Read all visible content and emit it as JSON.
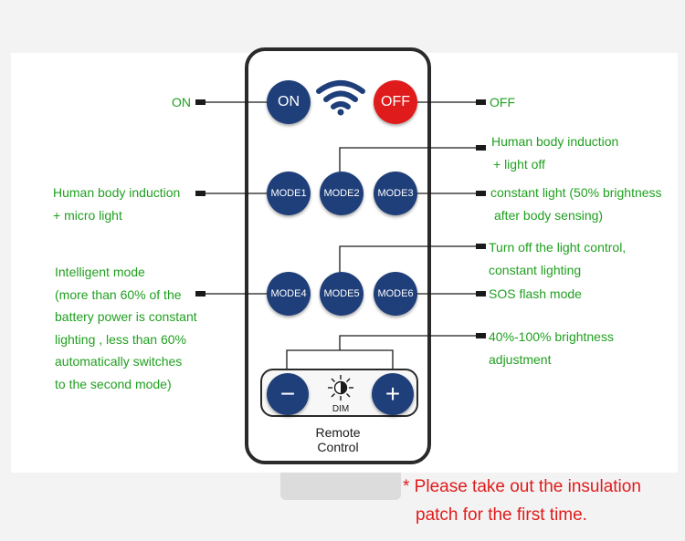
{
  "remote": {
    "on": "ON",
    "off": "OFF",
    "modes": [
      "MODE1",
      "MODE2",
      "MODE3",
      "MODE4",
      "MODE5",
      "MODE6"
    ],
    "minus": "−",
    "plus": "+",
    "dim": "DIM",
    "label_line1": "Remote",
    "label_line2": "Control"
  },
  "labels": {
    "on": "ON",
    "off": "OFF",
    "mode1": [
      "Human body induction",
      "+ micro light"
    ],
    "mode2": [
      "Human body induction",
      "+ light off"
    ],
    "mode3": [
      "constant light (50% brightness",
      "after body sensing)"
    ],
    "mode4": [
      "Intelligent mode",
      "(more than 60% of the",
      "battery power is constant",
      "lighting , less than 60%",
      "automatically switches",
      "to the second mode)"
    ],
    "mode5": [
      "Turn off the light control,",
      "constant lighting"
    ],
    "mode6": "SOS flash mode",
    "dim": [
      "40%-100% brightness",
      "adjustment"
    ]
  },
  "note": [
    "* Please take out the insulation",
    "patch for the first time."
  ],
  "colors": {
    "label": "#20a020",
    "note": "#e01b1b",
    "button": "#1f3f7a",
    "off_button": "#e01b1b"
  }
}
